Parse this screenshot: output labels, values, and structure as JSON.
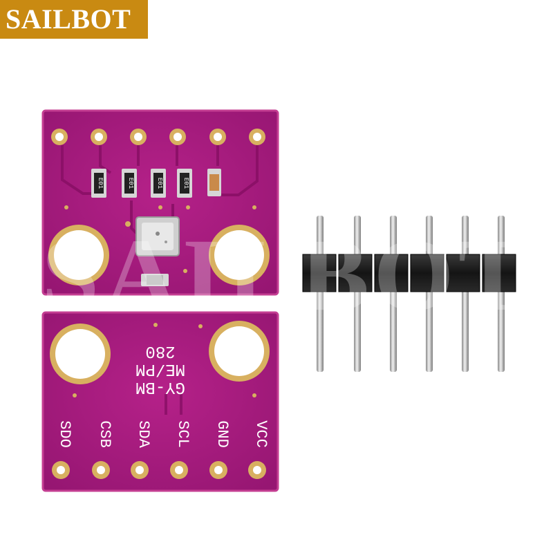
{
  "brand": {
    "badge_text": "SAILBOT",
    "badge_color": "#c98a12",
    "watermark_text": "SAILBOT"
  },
  "top_board": {
    "component_marks": [
      "E01",
      "E01",
      "E01",
      "E01"
    ]
  },
  "bottom_board": {
    "model_lines": [
      "GY-BM",
      "ME/PM",
      "280"
    ],
    "pin_labels": [
      "SDO",
      "CSB",
      "SDA",
      "SCL",
      "GND",
      "VCC"
    ]
  },
  "colors": {
    "pcb": "#a3187a",
    "pcb_edge": "#c43e92",
    "copper": "#d8b060",
    "header_plastic": "#1b1b1b",
    "pin_metal": "#c9c9c9"
  },
  "icons": [
    "sailbot-logo",
    "bme280-module-top",
    "bme280-module-bottom",
    "pin-header-6"
  ]
}
